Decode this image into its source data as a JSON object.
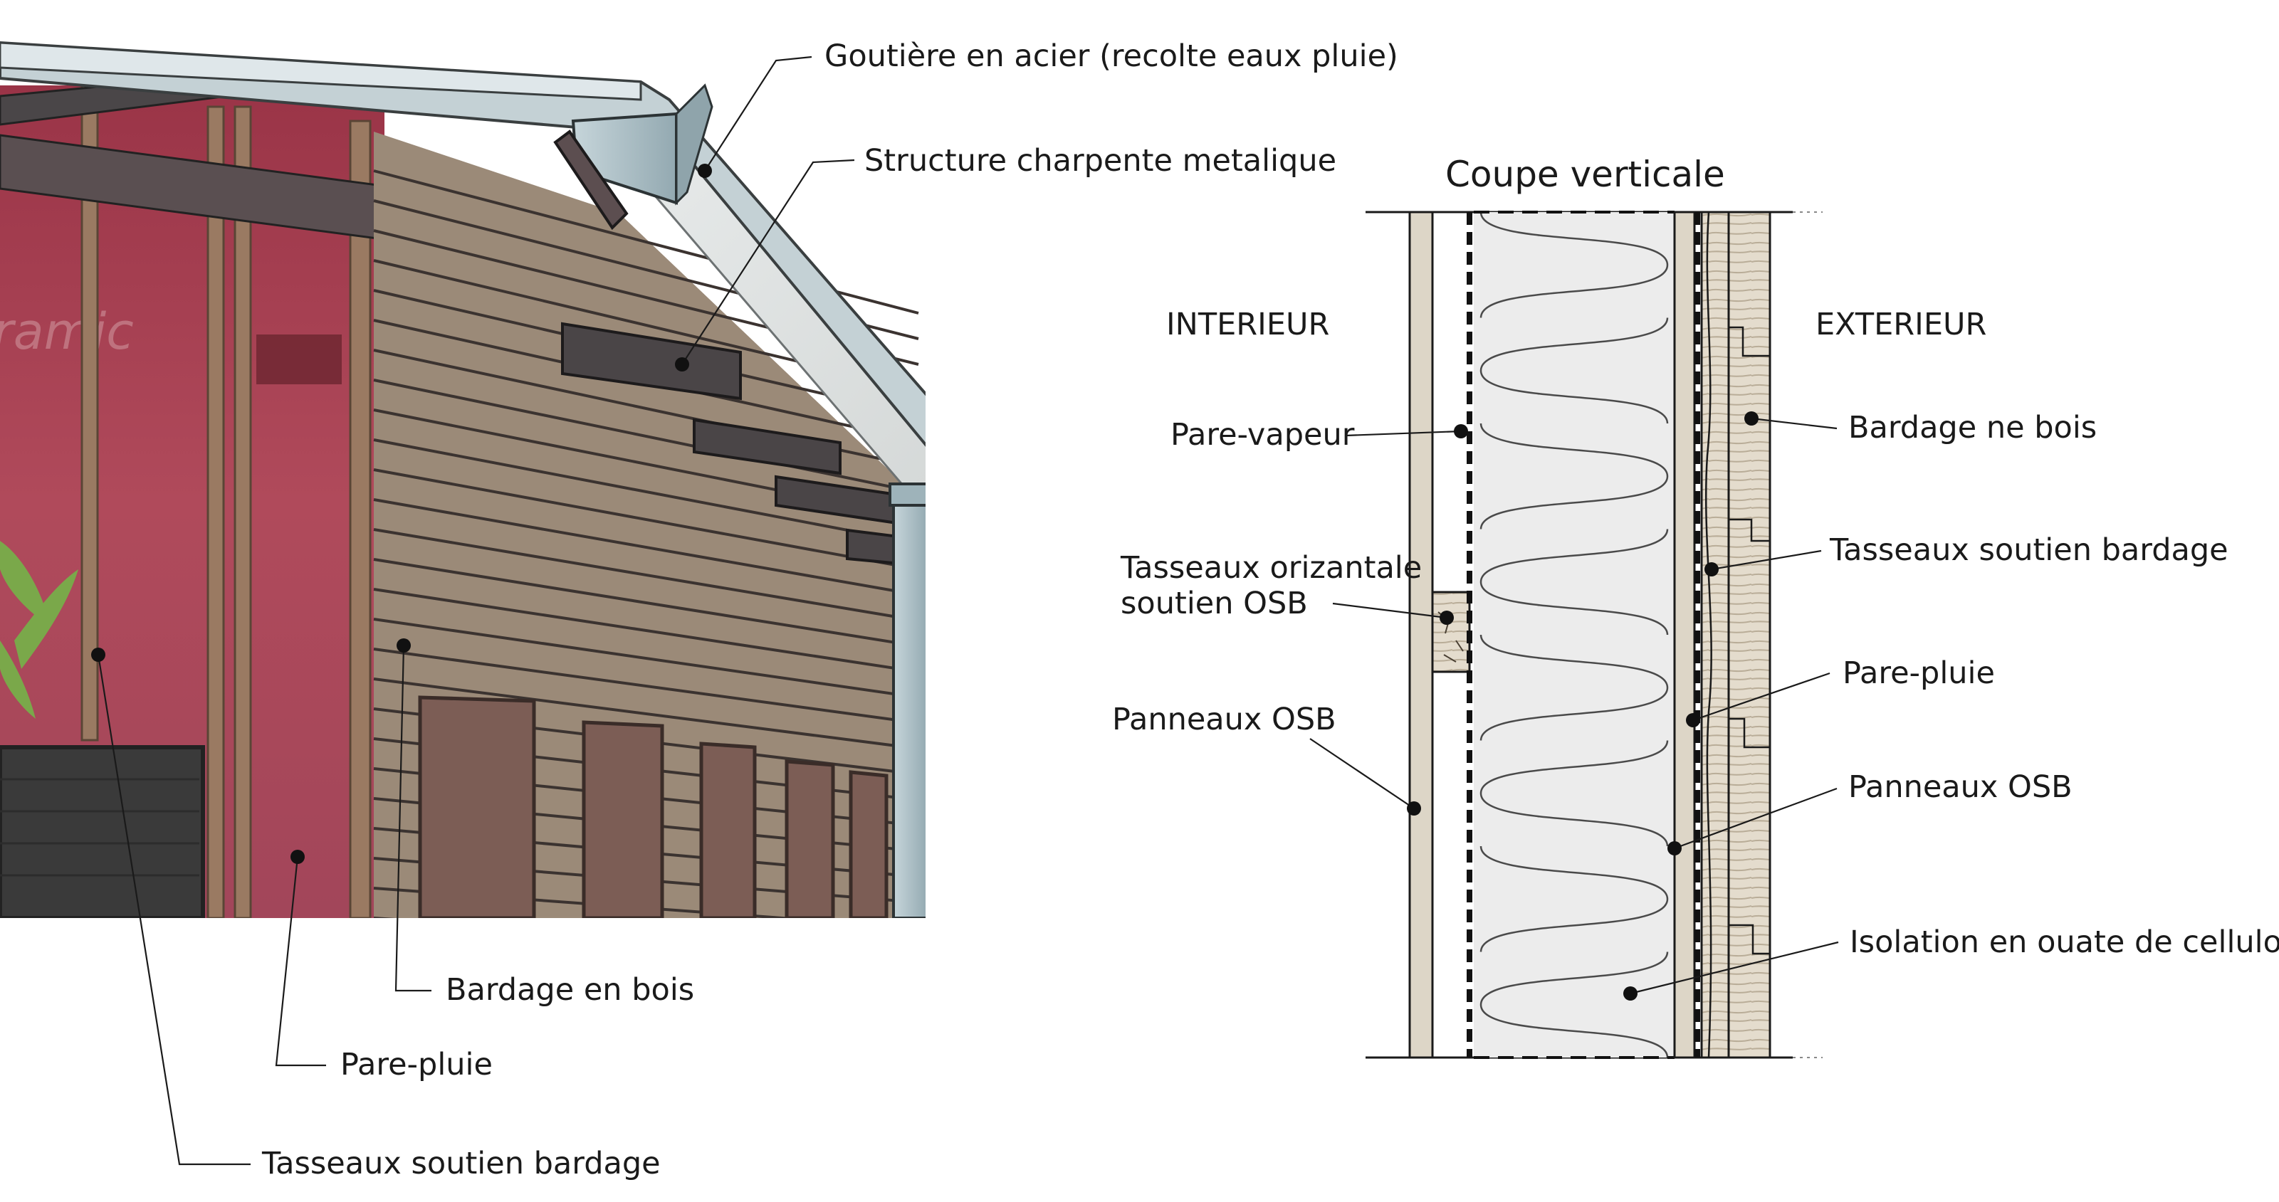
{
  "colors": {
    "membrane": "#a33a4c",
    "wood_cladding": "#8a7a6a",
    "steel": "#a9bcc3",
    "dark_steel": "#3e3c3e",
    "insulation": "#ececec",
    "osb": "#ddd6c7"
  },
  "photo": {
    "membrane_print": "ramic"
  },
  "left_labels": {
    "gutter": "Goutière en acier (recolte eaux pluie)",
    "metal_frame": "Structure charpente metalique",
    "wood_cladding": "Bardage en bois",
    "rain_screen": "Pare-pluie",
    "battens": "Tasseaux soutien bardage"
  },
  "section": {
    "title": "Coupe verticale",
    "interior": "INTERIEUR",
    "exterior": "EXTERIEUR",
    "labels": {
      "vapour_barrier": "Pare-vapeur",
      "osb_batten_line1": "Tasseaux orizantale",
      "osb_batten_line2": "soutien OSB",
      "osb_inner": "Panneaux OSB",
      "cladding": "Bardage ne bois",
      "battens": "Tasseaux soutien bardage",
      "rain_screen": "Pare-pluie",
      "osb_outer": "Panneaux OSB",
      "insulation": "Isolation en ouate de cellulose"
    }
  }
}
